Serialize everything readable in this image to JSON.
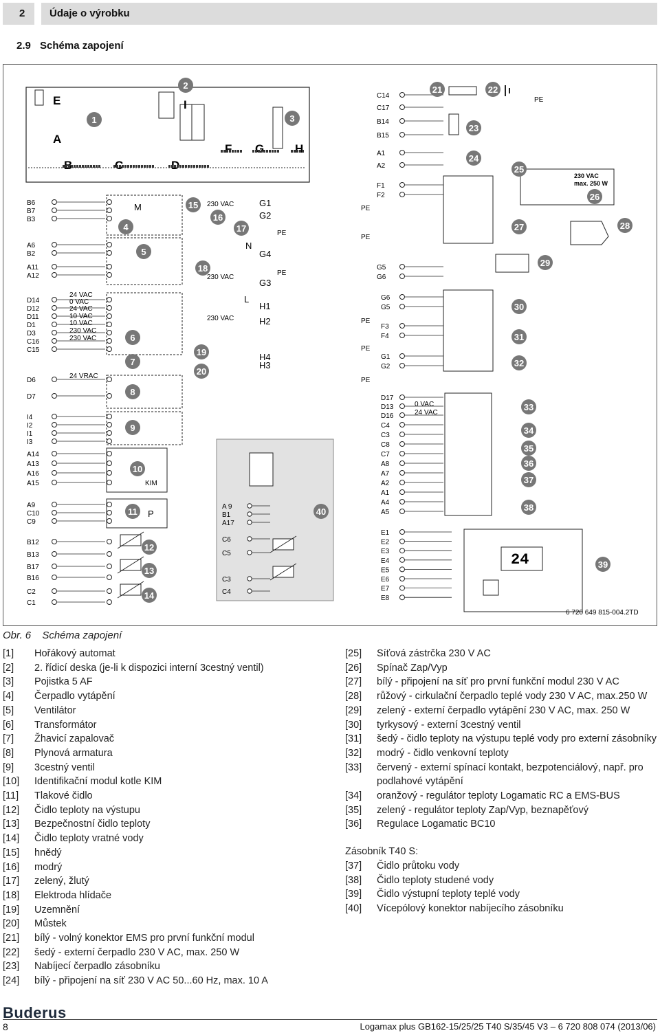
{
  "header": {
    "chapter_number": "2",
    "chapter_title": "Údaje o výrobku"
  },
  "section": {
    "number": "2.9",
    "title": "Schéma zapojení"
  },
  "diagram": {
    "image_code": "6 720 649 815-004.2TD",
    "board_letters": [
      "E",
      "A",
      "B",
      "C",
      "D",
      "F",
      "G",
      "H",
      "I"
    ],
    "callouts": [
      "1",
      "2",
      "3",
      "4",
      "5",
      "6",
      "7",
      "8",
      "9",
      "10",
      "11",
      "12",
      "13",
      "14",
      "15",
      "16",
      "17",
      "18",
      "19",
      "20",
      "21",
      "22",
      "23",
      "24",
      "25",
      "26",
      "27",
      "28",
      "29",
      "30",
      "31",
      "32",
      "33",
      "34",
      "35",
      "36",
      "37",
      "38",
      "39",
      "40"
    ],
    "left_terminals": [
      "B6",
      "B7",
      "B3",
      "A6",
      "B2",
      "A11",
      "A12",
      "D14",
      "D12",
      "D11",
      "D1",
      "D3",
      "C16",
      "C15",
      "D6",
      "D7",
      "I4",
      "I2",
      "I1",
      "I3",
      "A14",
      "A13",
      "A16",
      "A15",
      "A9",
      "C10",
      "C9",
      "B12",
      "B13",
      "B17",
      "B16",
      "C2",
      "C1"
    ],
    "voltage_labels": [
      "24 VAC",
      "0 VAC",
      "24 VAC",
      "10 VAC",
      "10 VAC",
      "230 VAC",
      "230 VAC",
      "24 VRAC"
    ],
    "mid_labels": [
      "230 VAC",
      "230 VAC",
      "230 VAC",
      "G1",
      "G2",
      "G4",
      "G3",
      "H1",
      "H2",
      "H4",
      "H3",
      "PE",
      "PE",
      "N",
      "L",
      "KIM",
      "P",
      "M"
    ],
    "storage_terminals": [
      "A 9",
      "B1",
      "A17",
      "C6",
      "C5",
      "C3",
      "C4"
    ],
    "right_terminals_top": [
      "C14",
      "C17",
      "B14",
      "B15",
      "A1",
      "A2",
      "F1",
      "F2",
      "G5",
      "G6"
    ],
    "right_terminals_mid": [
      "G6",
      "G5",
      "F3",
      "F4",
      "G1",
      "G2"
    ],
    "right_terminals_low": [
      "D17",
      "D13",
      "D16",
      "C4",
      "C3",
      "C8",
      "C7",
      "A8",
      "A7",
      "A2",
      "A1",
      "A4",
      "A5"
    ],
    "right_terminals_bottom": [
      "E1",
      "E2",
      "E3",
      "E4",
      "E5",
      "E6",
      "E7",
      "E8"
    ],
    "right_voltage": [
      "0 VAC",
      "24 VAC"
    ],
    "pump_label": [
      "230 VAC",
      "max. 250 W"
    ],
    "pe": "PE",
    "bc10_display": "24"
  },
  "caption": {
    "label": "Obr. 6",
    "text": "Schéma zapojení"
  },
  "legend_left": [
    {
      "k": "[1]",
      "v": "Hořákový automat"
    },
    {
      "k": "[2]",
      "v": "2. řídicí deska (je-li k dispozici interní 3cestný ventil)"
    },
    {
      "k": "[3]",
      "v": "Pojistka 5 AF"
    },
    {
      "k": "[4]",
      "v": "Čerpadlo vytápění"
    },
    {
      "k": "[5]",
      "v": "Ventilátor"
    },
    {
      "k": "[6]",
      "v": "Transformátor"
    },
    {
      "k": "[7]",
      "v": "Žhavicí zapalovač"
    },
    {
      "k": "[8]",
      "v": "Plynová armatura"
    },
    {
      "k": "[9]",
      "v": "3cestný ventil"
    },
    {
      "k": "[10]",
      "v": "Identifikační modul kotle KIM"
    },
    {
      "k": "[11]",
      "v": "Tlakové čidlo"
    },
    {
      "k": "[12]",
      "v": "Čidlo teploty na výstupu"
    },
    {
      "k": "[13]",
      "v": "Bezpečnostní čidlo teploty"
    },
    {
      "k": "[14]",
      "v": "Čidlo teploty vratné vody"
    },
    {
      "k": "[15]",
      "v": "hnědý"
    },
    {
      "k": "[16]",
      "v": "modrý"
    },
    {
      "k": "[17]",
      "v": "zelený, žlutý"
    },
    {
      "k": "[18]",
      "v": "Elektroda hlídače"
    },
    {
      "k": "[19]",
      "v": "Uzemnění"
    },
    {
      "k": "[20]",
      "v": "Můstek"
    },
    {
      "k": "[21]",
      "v": "bílý - volný konektor EMS pro první funkční modul"
    },
    {
      "k": "[22]",
      "v": "šedý - externí čerpadlo 230 V AC, max. 250 W"
    },
    {
      "k": "[23]",
      "v": "Nabíjecí čerpadlo zásobníku"
    },
    {
      "k": "[24]",
      "v": "bílý - připojení na síť 230 V AC 50...60 Hz, max. 10 A"
    }
  ],
  "legend_right": [
    {
      "k": "[25]",
      "v": "Síťová zástrčka 230 V AC"
    },
    {
      "k": "[26]",
      "v": "Spínač Zap/Vyp"
    },
    {
      "k": "[27]",
      "v": "bílý - připojení na síť pro první funkční modul 230 V AC"
    },
    {
      "k": "[28]",
      "v": "růžový - cirkulační čerpadlo teplé vody 230 V AC, max.250 W"
    },
    {
      "k": "[29]",
      "v": "zelený - externí čerpadlo vytápění 230 V AC, max. 250 W"
    },
    {
      "k": "[30]",
      "v": "tyrkysový - externí 3cestný ventil"
    },
    {
      "k": "[31]",
      "v": "šedý - čidlo teploty na výstupu teplé vody pro externí zásobníky"
    },
    {
      "k": "[32]",
      "v": "modrý - čidlo venkovní teploty"
    },
    {
      "k": "[33]",
      "v": "červený - externí spínací kontakt, bezpotenciálový, např. pro"
    },
    {
      "k": "",
      "v": "podlahové vytápění"
    },
    {
      "k": "[34]",
      "v": "oranžový - regulátor teploty Logamatic RC a EMS-BUS"
    },
    {
      "k": "[35]",
      "v": "zelený - regulátor teploty Zap/Vyp, beznapěťový"
    },
    {
      "k": "[36]",
      "v": "Regulace Logamatic BC10"
    }
  ],
  "legend_storage_title": "Zásobník T40 S:",
  "legend_storage": [
    {
      "k": "[37]",
      "v": "Čidlo průtoku vody"
    },
    {
      "k": "[38]",
      "v": "Čidlo teploty studené vody"
    },
    {
      "k": "[39]",
      "v": "Čidlo výstupní teploty teplé vody"
    },
    {
      "k": "[40]",
      "v": "Vícepólový konektor nabíjecího zásobníku"
    }
  ],
  "footer": {
    "brand": "Buderus",
    "page": "8",
    "doc": "Logamax plus GB162-15/25/25 T40 S/35/45 V3 – 6 720 808 074 (2013/06)"
  }
}
